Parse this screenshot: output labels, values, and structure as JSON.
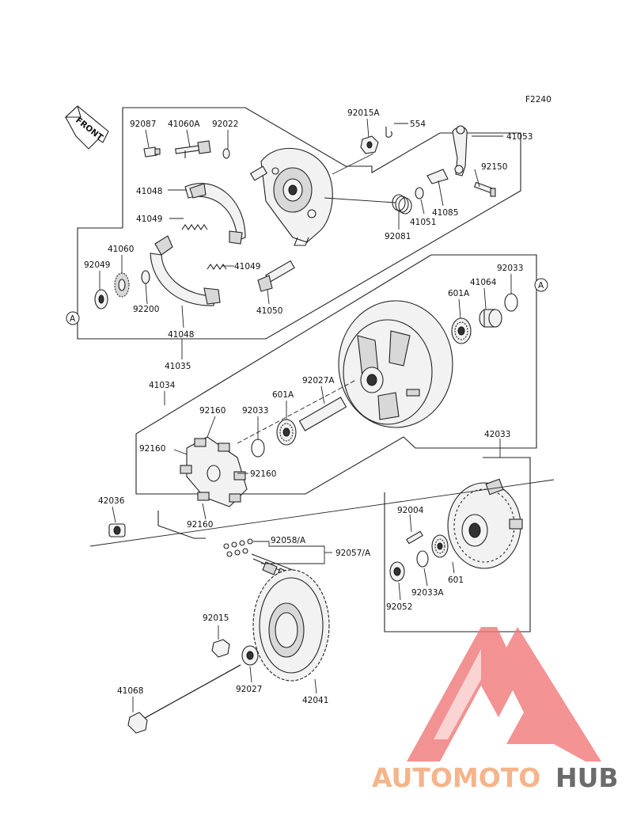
{
  "figure_code": "F2240",
  "front_label": "FRONT",
  "ref_marker": "A",
  "parts": {
    "p92087": "92087",
    "p41060A": "41060A",
    "p92022": "92022",
    "p92015A": "92015A",
    "p554": "554",
    "p41053": "41053",
    "p41048_top": "41048",
    "p92150": "92150",
    "p41049_top": "41049",
    "p41051": "41051",
    "p41085": "41085",
    "p92081": "92081",
    "p41060": "41060",
    "p92049": "92049",
    "p41049_mid": "41049",
    "p92200": "92200",
    "p41050": "41050",
    "p41048_bot": "41048",
    "p41035": "41035",
    "p92033_top": "92033",
    "p41064": "41064",
    "p601A_top": "601A",
    "p92027A": "92027A",
    "p41034": "41034",
    "p92160_a": "92160",
    "p92033_mid": "92033",
    "p601A_mid": "601A",
    "p92160_b": "92160",
    "p92160_c": "92160",
    "p92160_d": "92160",
    "p42033": "42033",
    "p42036": "42036",
    "p92004": "92004",
    "p92058A": "92058/A",
    "p92057A": "92057/A",
    "p601": "601",
    "p92033A": "92033A",
    "p92052": "92052",
    "p92015": "92015",
    "p92027": "92027",
    "p42041": "42041",
    "p41068": "41068"
  },
  "watermark": {
    "word_a": "AUTOMOTO",
    "word_b": "HUB",
    "color_a": "#f5b48a",
    "color_b": "#6b6b6b",
    "triangle_color": "#f07878"
  }
}
